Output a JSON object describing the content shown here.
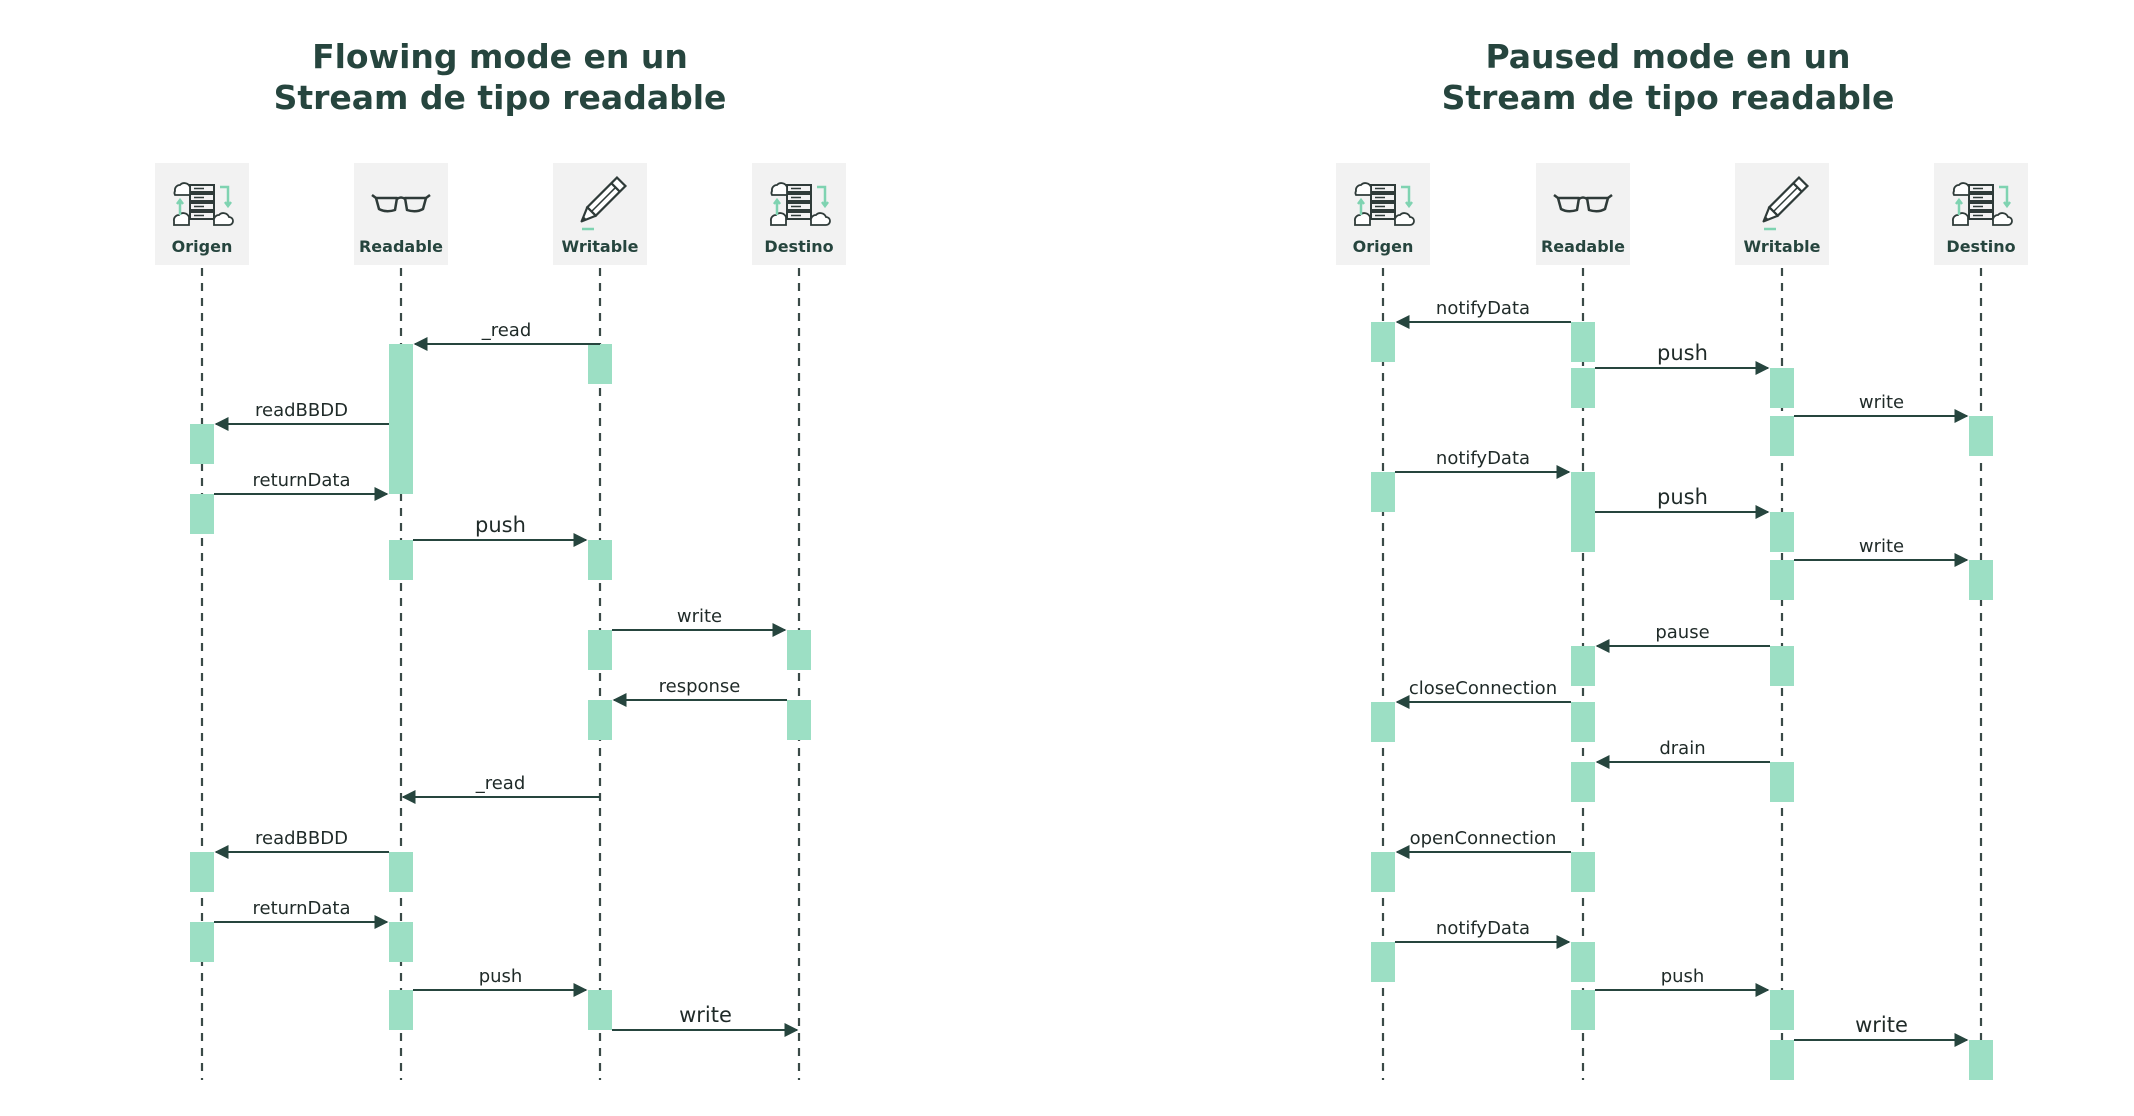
{
  "colors": {
    "title": "#26453e",
    "lifeline": "#3a4a47",
    "activation": "#9cdfc4",
    "participant_bg": "#f2f2f2",
    "arrow": "#26453e",
    "icon_dark": "#2f3b39",
    "icon_accent": "#7fd3b1"
  },
  "diagrams": [
    {
      "id": "flowing",
      "title_line1": "Flowing mode en un",
      "title_line2": "Stream de tipo readable",
      "participants": [
        {
          "label": "Origen",
          "icon": "server-cloud-icon"
        },
        {
          "label": "Readable",
          "icon": "glasses-icon"
        },
        {
          "label": "Writable",
          "icon": "pencil-icon"
        },
        {
          "label": "Destino",
          "icon": "server-cloud-icon"
        }
      ],
      "messages": [
        {
          "from": "Writable",
          "to": "Readable",
          "label": "_read"
        },
        {
          "from": "Readable",
          "to": "Origen",
          "label": "readBBDD"
        },
        {
          "from": "Origen",
          "to": "Readable",
          "label": "returnData"
        },
        {
          "from": "Readable",
          "to": "Writable",
          "label": "push"
        },
        {
          "from": "Writable",
          "to": "Destino",
          "label": "write"
        },
        {
          "from": "Destino",
          "to": "Writable",
          "label": "response"
        },
        {
          "from": "Writable",
          "to": "Readable",
          "label": "_read"
        },
        {
          "from": "Readable",
          "to": "Origen",
          "label": "readBBDD"
        },
        {
          "from": "Origen",
          "to": "Readable",
          "label": "returnData"
        },
        {
          "from": "Readable",
          "to": "Writable",
          "label": "push"
        },
        {
          "from": "Writable",
          "to": "Destino",
          "label": "write"
        }
      ]
    },
    {
      "id": "paused",
      "title_line1": "Paused mode en un",
      "title_line2": "Stream de tipo readable",
      "participants": [
        {
          "label": "Origen",
          "icon": "server-cloud-icon"
        },
        {
          "label": "Readable",
          "icon": "glasses-icon"
        },
        {
          "label": "Writable",
          "icon": "pencil-icon"
        },
        {
          "label": "Destino",
          "icon": "server-cloud-icon"
        }
      ],
      "messages": [
        {
          "from": "Readable",
          "to": "Origen",
          "label": "notifyData"
        },
        {
          "from": "Readable",
          "to": "Writable",
          "label": "push"
        },
        {
          "from": "Writable",
          "to": "Destino",
          "label": "write"
        },
        {
          "from": "Origen",
          "to": "Readable",
          "label": "notifyData"
        },
        {
          "from": "Readable",
          "to": "Writable",
          "label": "push"
        },
        {
          "from": "Writable",
          "to": "Destino",
          "label": "write"
        },
        {
          "from": "Writable",
          "to": "Readable",
          "label": "pause"
        },
        {
          "from": "Readable",
          "to": "Origen",
          "label": "closeConnection"
        },
        {
          "from": "Writable",
          "to": "Readable",
          "label": "drain"
        },
        {
          "from": "Readable",
          "to": "Origen",
          "label": "openConnection"
        },
        {
          "from": "Origen",
          "to": "Readable",
          "label": "notifyData"
        },
        {
          "from": "Readable",
          "to": "Writable",
          "label": "push"
        },
        {
          "from": "Writable",
          "to": "Destino",
          "label": "write"
        }
      ]
    }
  ]
}
